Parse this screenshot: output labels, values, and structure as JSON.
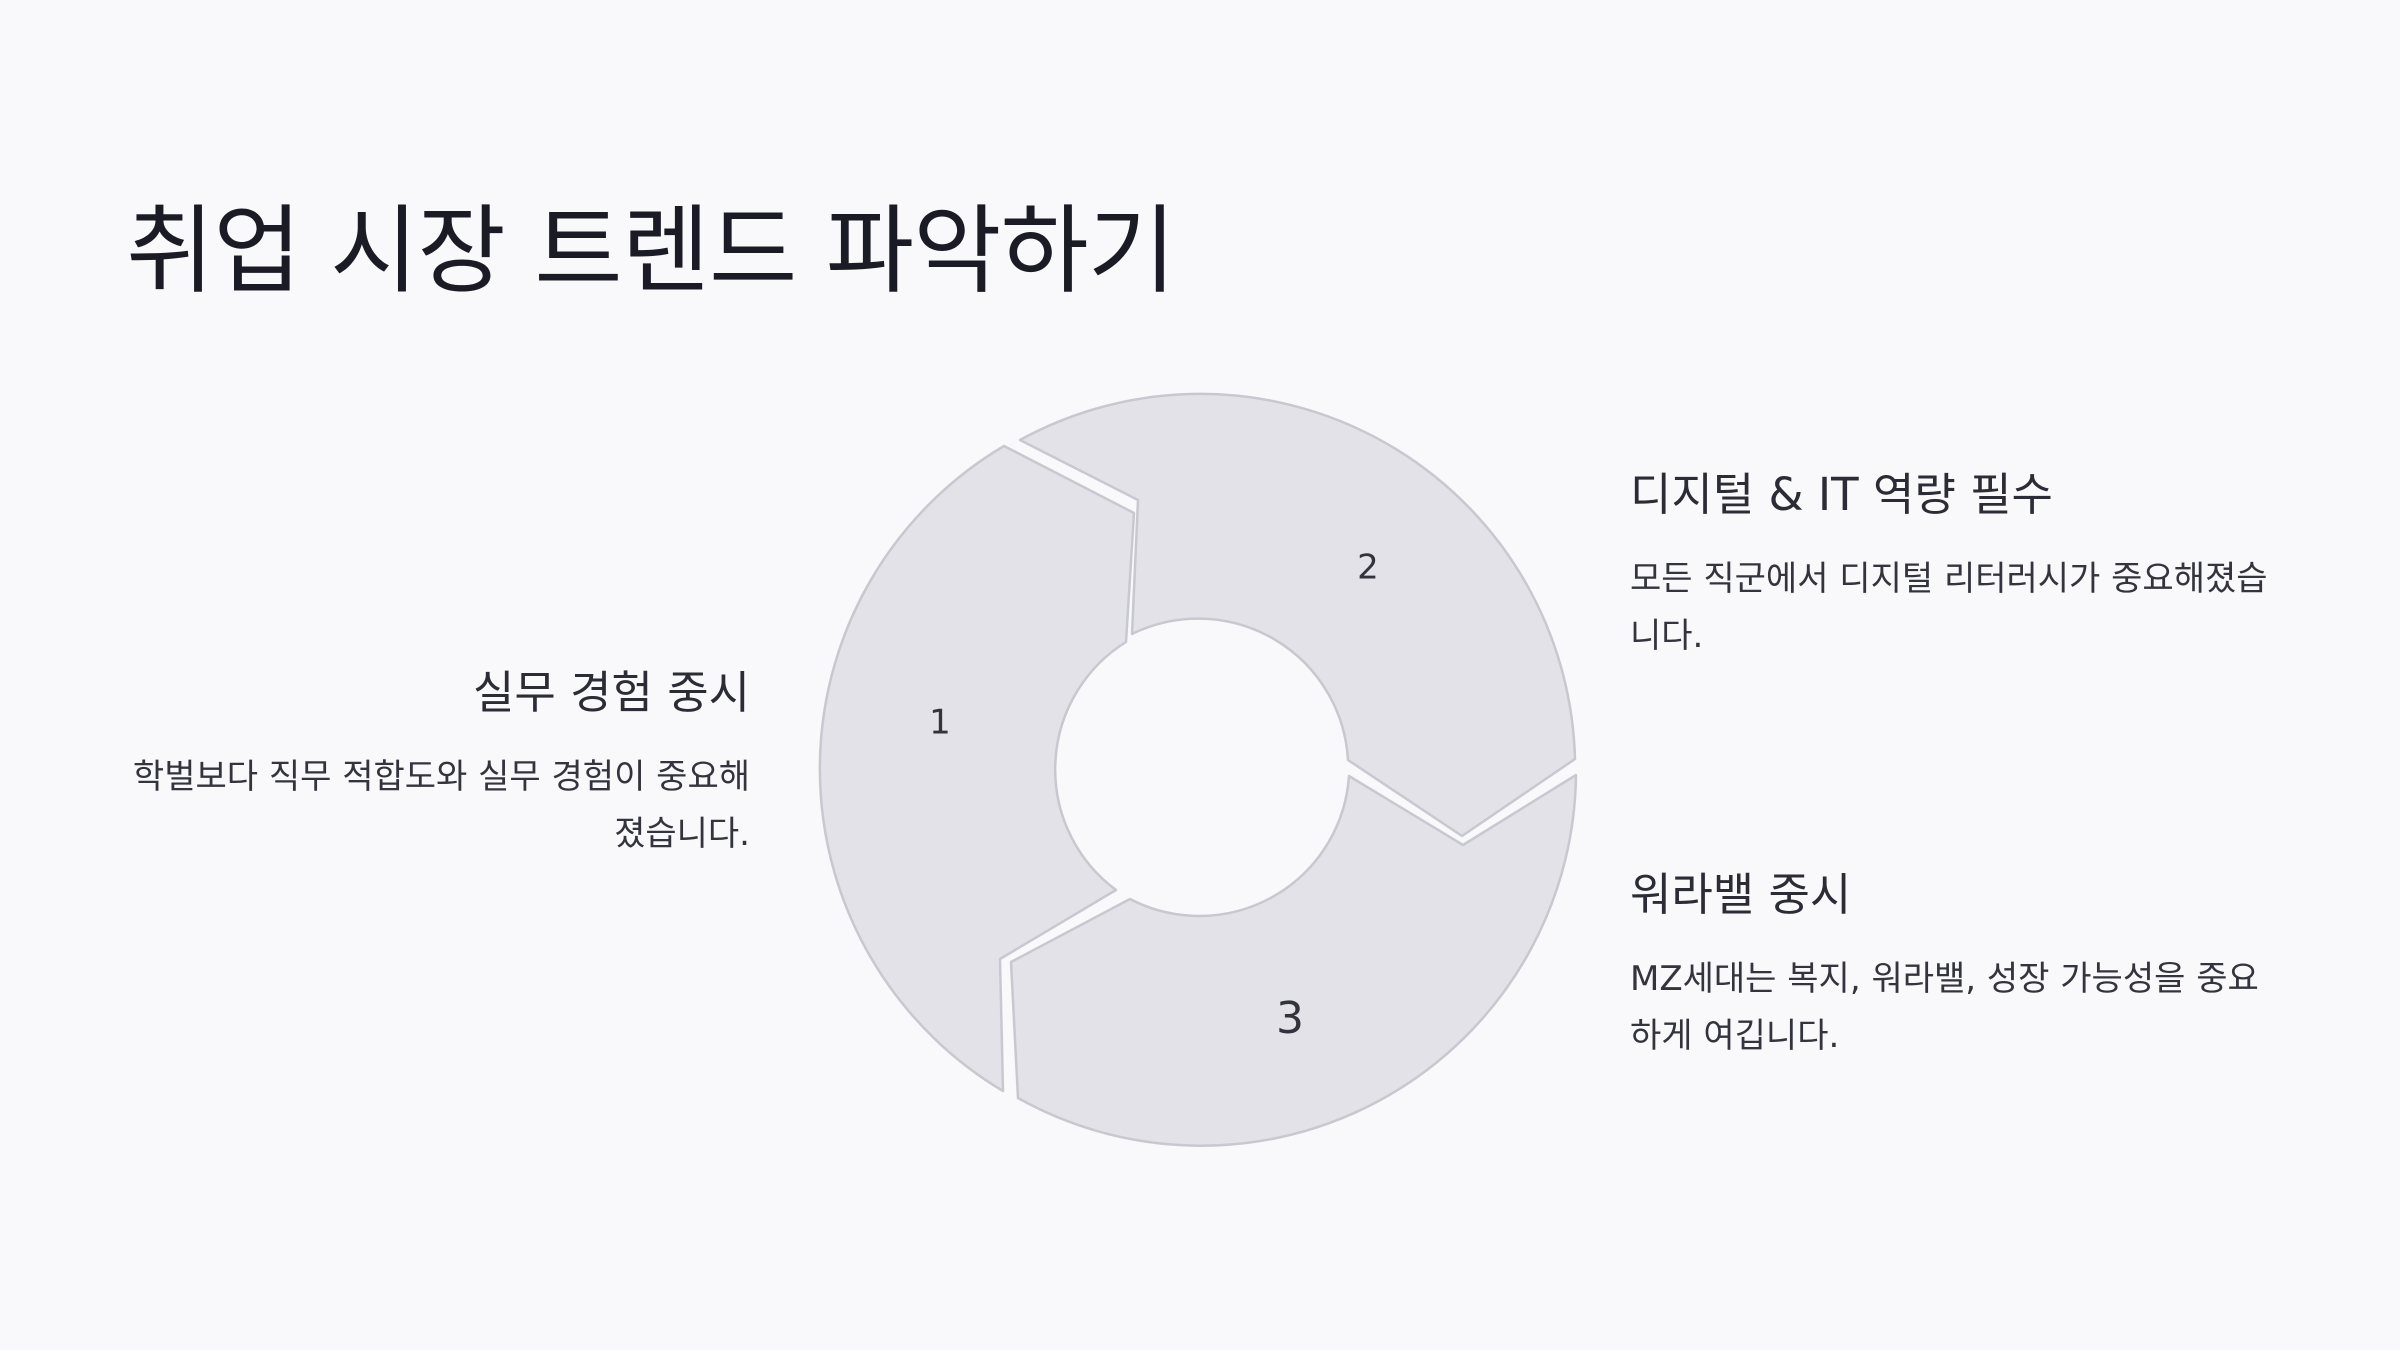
{
  "title": "취업 시장 트렌드 파악하기",
  "colors": {
    "background": "#f9f9fb",
    "segment_fill": "#e2e2e8",
    "segment_stroke": "#c8c8d0",
    "text_dark": "#1b1b26",
    "text_body": "#34343e"
  },
  "cycle": {
    "segments": [
      {
        "number": "1"
      },
      {
        "number": "2"
      },
      {
        "number": "3"
      }
    ]
  },
  "items": [
    {
      "number": "1",
      "heading": "실무 경험 중시",
      "body": "학벌보다 직무 적합도와 실무 경험이 중요해졌습니다."
    },
    {
      "number": "2",
      "heading": "디지털 & IT 역량 필수",
      "body": "모든 직군에서 디지털 리터러시가 중요해졌습니다."
    },
    {
      "number": "3",
      "heading": "워라밸 중시",
      "body": "MZ세대는 복지, 워라밸, 성장 가능성을 중요하게 여깁니다."
    }
  ]
}
